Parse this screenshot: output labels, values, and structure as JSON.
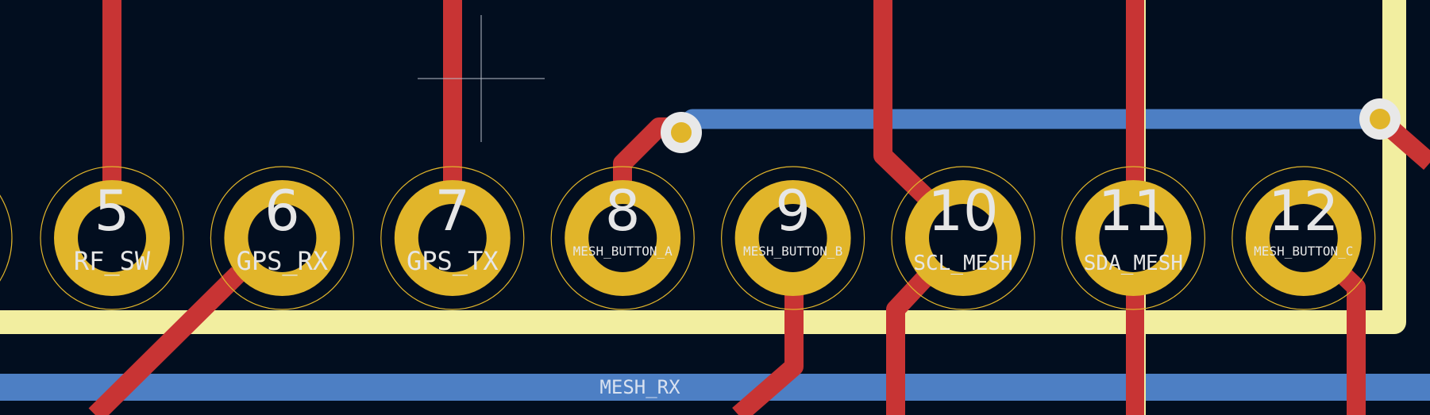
{
  "colors": {
    "background": "#020e1f",
    "front_copper": "#c83434",
    "back_copper": "#4d7fc4",
    "edge_cuts": "#f2eea0",
    "pad_copper": "#e1b52a",
    "via_ring": "#e8e8e8",
    "text": "#e6e6e6"
  },
  "pads": [
    {
      "number": "5",
      "net": "RF_SW"
    },
    {
      "number": "6",
      "net": "GPS_RX"
    },
    {
      "number": "7",
      "net": "GPS_TX"
    },
    {
      "number": "8",
      "net": "MESH_BUTTON_A"
    },
    {
      "number": "9",
      "net": "MESH_BUTTON_B"
    },
    {
      "number": "10",
      "net": "SCL_MESH"
    },
    {
      "number": "11",
      "net": "SDA_MESH"
    },
    {
      "number": "12",
      "net": "MESH_BUTTON_C"
    }
  ],
  "trace_labels": {
    "mesh_rx": "MESH_RX"
  },
  "icons": {
    "cursor": "crosshair-cursor-icon"
  }
}
